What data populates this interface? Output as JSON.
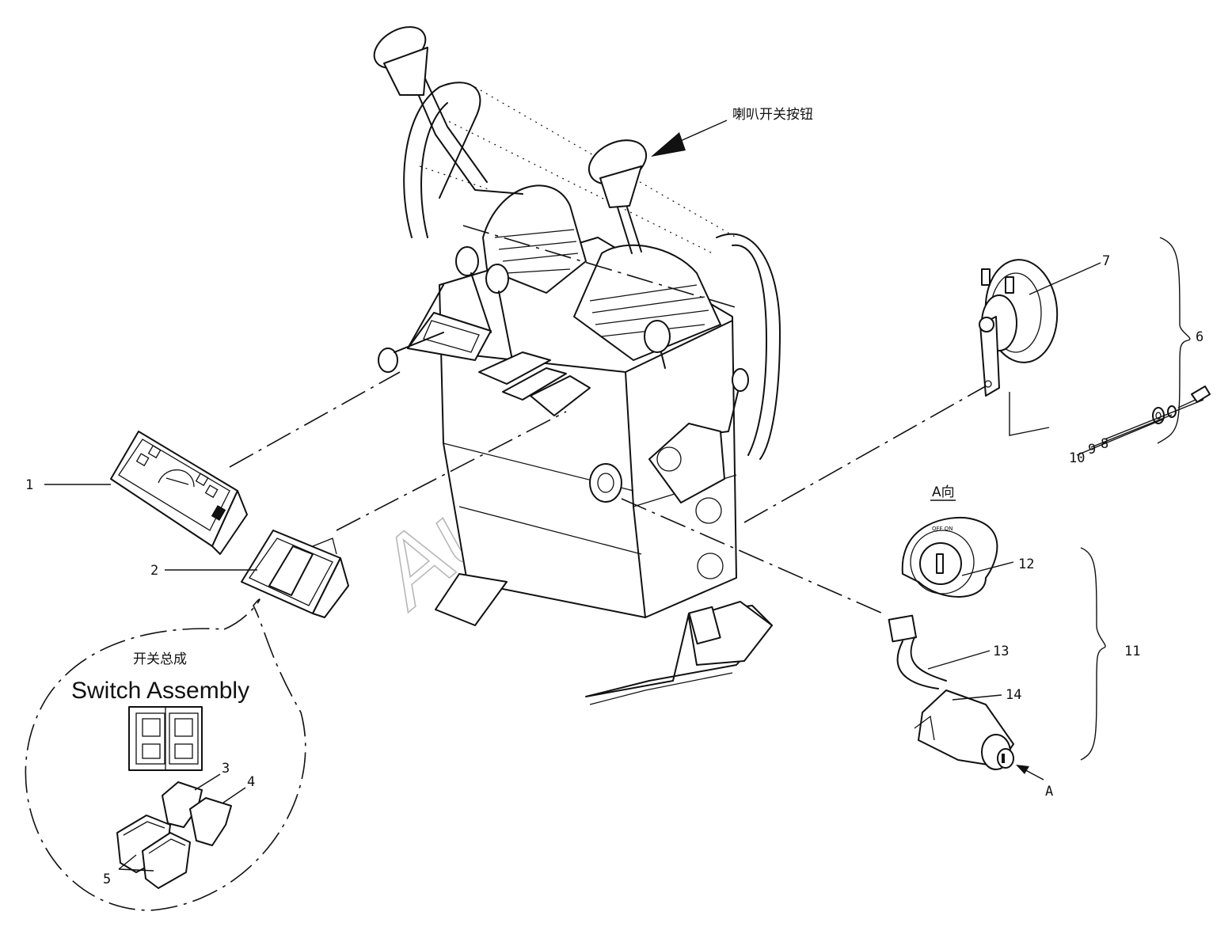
{
  "annotations": {
    "horn_button": "喇叭开关按钮",
    "view_a": "A向",
    "arrow_a": "A",
    "switch_assembly_cn": "开关总成",
    "switch_assembly_en": "Switch Assembly",
    "watermark": "AutoSoft",
    "ignition_ring": "OFF ON"
  },
  "callouts": [
    "1",
    "2",
    "3",
    "4",
    "5",
    "6",
    "7",
    "8",
    "9",
    "10",
    "11",
    "12",
    "13",
    "14"
  ]
}
